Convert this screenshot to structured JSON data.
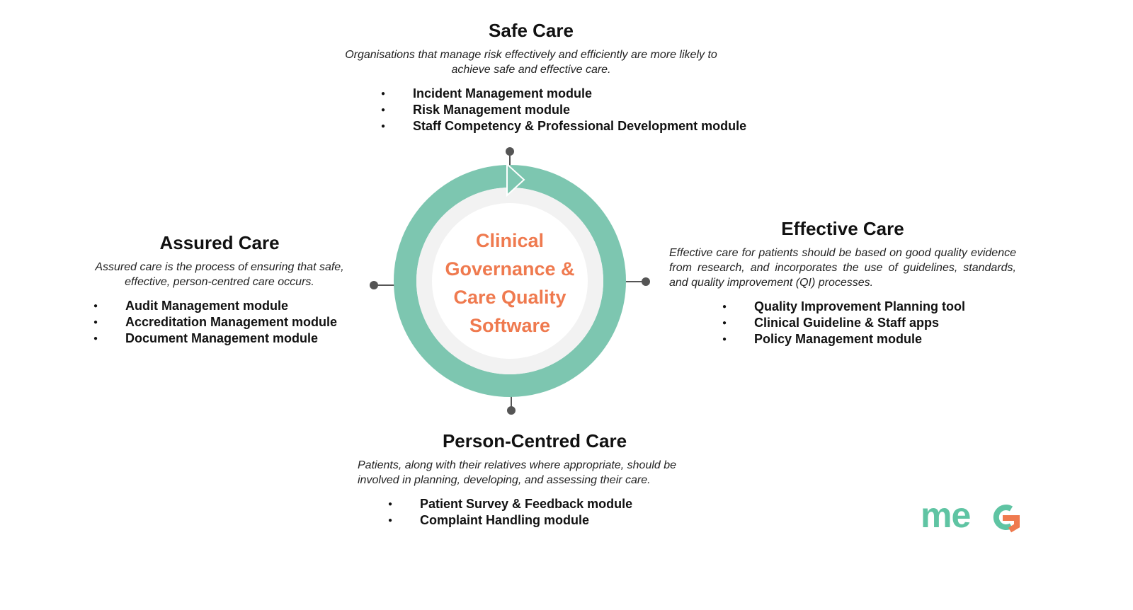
{
  "center": {
    "lines": [
      "Clinical",
      "Governance &",
      "Care Quality",
      "Software"
    ]
  },
  "safe": {
    "title": "Safe Care",
    "description": "Organisations that manage risk effectively and efficiently are more likely to achieve safe and effective care.",
    "modules": [
      "Incident Management module",
      "Risk Management module",
      "Staff Competency & Professional Development module"
    ]
  },
  "assured": {
    "title": "Assured Care",
    "description": "Assured care is the process of ensuring that safe, effective, person-centred care occurs.",
    "modules": [
      "Audit Management module",
      "Accreditation Management module",
      "Document Management module"
    ]
  },
  "effective": {
    "title": "Effective Care",
    "description": "Effective care for patients should be based on good quality evidence from research, and incorporates the use of guidelines, standards, and quality improvement (QI) processes.",
    "modules": [
      "Quality Improvement Planning tool",
      "Clinical Guideline & Staff apps",
      "Policy Management module"
    ]
  },
  "person": {
    "title": "Person-Centred Care",
    "description": "Patients, along with their relatives where appropriate, should be involved in planning, developing, and assessing their care.",
    "modules": [
      "Patient Survey & Feedback module",
      "Complaint Handling module"
    ]
  },
  "logo": {
    "text": "meg"
  },
  "colors": {
    "ring": "#7dc6b0",
    "ring_inner": "#f2f2f2",
    "accent": "#ef7a4f",
    "connector": "#555555",
    "logo_green": "#5fc4a3",
    "logo_orange": "#ef7a4f"
  },
  "icons": {
    "cycle_arrow": "arrow-head-icon"
  }
}
